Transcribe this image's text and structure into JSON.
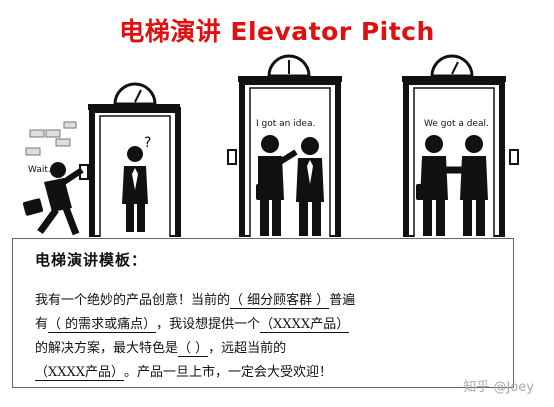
{
  "title": "电梯演讲 Elevator Pitch",
  "scenes": {
    "scene1": {
      "speech": "Wait...",
      "thought": "?"
    },
    "scene2": {
      "speech": "I got an idea."
    },
    "scene3": {
      "speech": "We got a deal."
    }
  },
  "template": {
    "heading": "电梯演讲模板：",
    "line1": {
      "a": "我有一个绝妙的产品创意！当前的",
      "blank1": "（      细分顾客群      ）",
      "b": "普遍"
    },
    "line2": {
      "a": "有",
      "blank1": "（            的需求或痛点）",
      "b": "，我设想提供一个",
      "blank2": "（XXXX产品）"
    },
    "line3": {
      "a": "的解决方案，最大特色是",
      "blank1": "（                          ）",
      "b": "，远超当前的"
    },
    "line4": {
      "blank1": "（XXXX产品）",
      "b": "。产品一旦上市，一定会大受欢迎！"
    }
  },
  "watermark": "知乎 @Joey"
}
